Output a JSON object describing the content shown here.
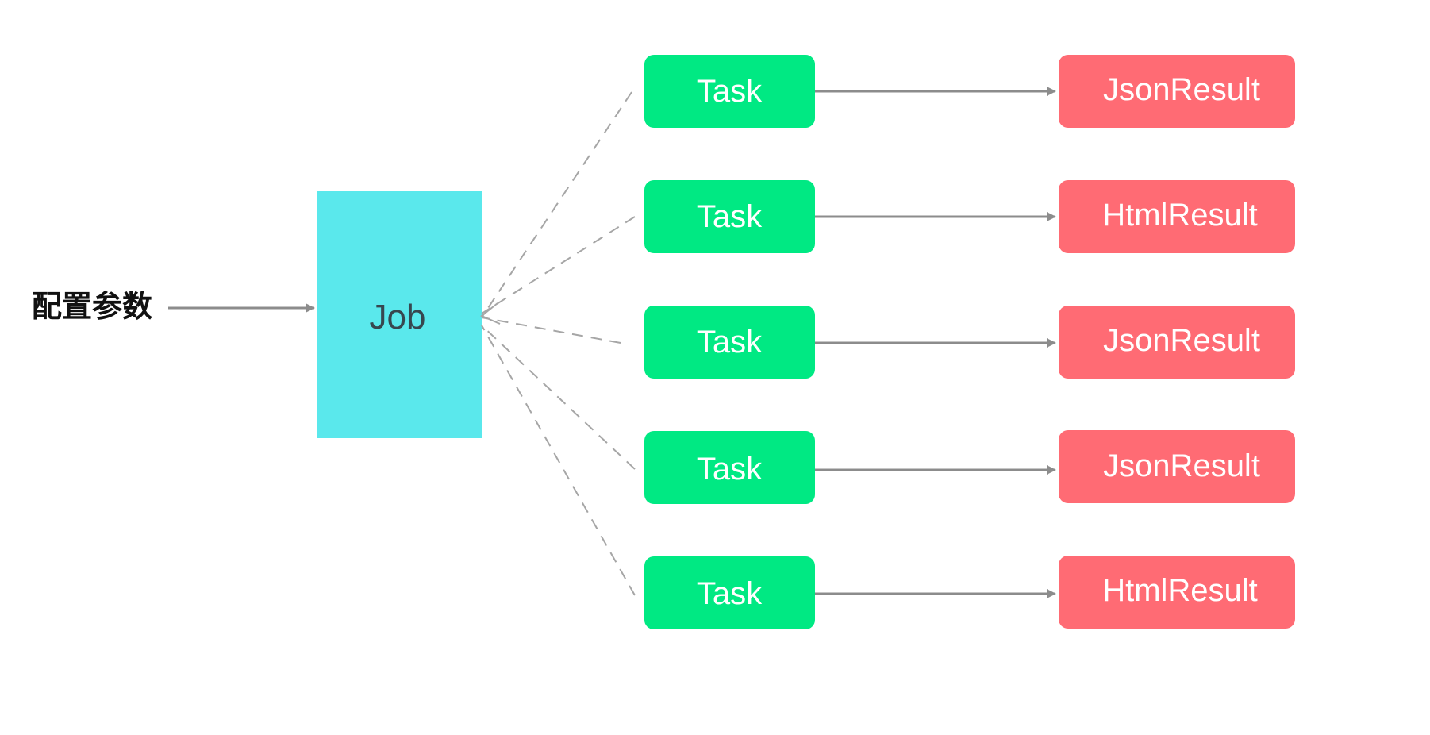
{
  "input": {
    "label": "配置参数"
  },
  "job": {
    "label": "Job",
    "color": "#5ae8ec",
    "text_color": "#37474f"
  },
  "tasks": [
    {
      "label": "Task"
    },
    {
      "label": "Task"
    },
    {
      "label": "Task"
    },
    {
      "label": "Task"
    },
    {
      "label": "Task"
    }
  ],
  "results": [
    {
      "label": "JsonResult"
    },
    {
      "label": "HtmlResult"
    },
    {
      "label": "JsonResult"
    },
    {
      "label": "JsonResult"
    },
    {
      "label": "HtmlResult"
    }
  ],
  "colors": {
    "task": "#00e983",
    "result": "#ff6b74",
    "arrow": "#8c8c8c",
    "dashed": "#a6a6a6",
    "node_text": "#ffffff",
    "input_text": "#111111"
  }
}
